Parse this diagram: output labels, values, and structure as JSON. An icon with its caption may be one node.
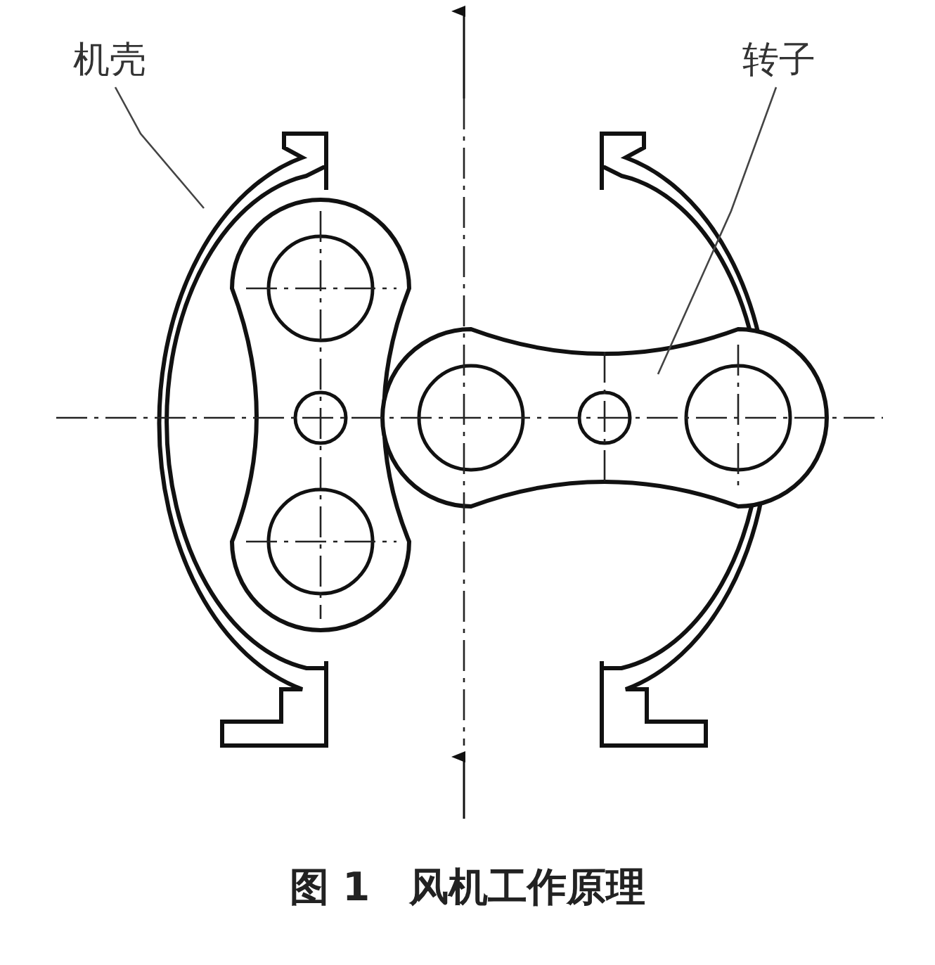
{
  "diagram": {
    "caption": "图 1　风机工作原理",
    "nodes": [
      {
        "text": [
          "机壳"
        ]
      },
      {
        "text": [],
        "shape": "picture"
      },
      {
        "text": [
          "转子"
        ]
      },
      {
        "text": [],
        "shape": "picture",
        "in": 1
      },
      {
        "text": [],
        "shape": "picture",
        "in": 1
      }
    ],
    "edges": [
      {
        "from": 0,
        "to": 1,
        "arrow": "none"
      },
      {
        "from": 2,
        "to": 4,
        "arrow": "none"
      }
    ]
  }
}
